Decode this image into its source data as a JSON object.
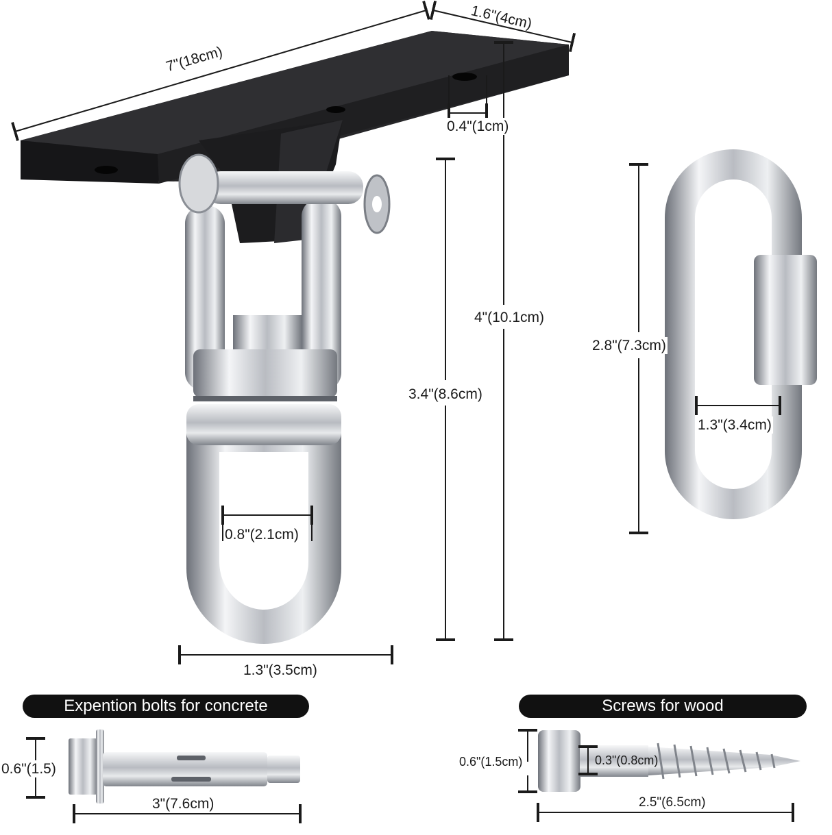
{
  "dimensions": {
    "plate_length": "7\"(18cm)",
    "plate_width": "1.6\"(4cm)",
    "hole_diameter": "0.4\"(1cm)",
    "total_height": "4\"(10.1cm)",
    "swivel_height": "3.4\"(8.6cm)",
    "ring_inner_width": "0.8\"(2.1cm)",
    "swivel_width": "1.3\"(3.5cm)",
    "link_length": "2.8\"(7.3cm)",
    "link_opening": "1.3\"(3.4cm)",
    "bolt_diameter": "0.6\"(1.5)",
    "bolt_length": "3\"(7.6cm)",
    "screw_head": "0.6\"(1.5cm)",
    "screw_shank": "0.3\"(0.8cm)",
    "screw_length": "2.5\"(6.5cm)"
  },
  "sections": {
    "bolts_title": "Expention bolts for concrete",
    "screws_title": "Screws for wood"
  },
  "colors": {
    "plate": "#2a2a2c",
    "steel_light": "#f2f3f5",
    "steel_mid": "#b9bcc2",
    "steel_dark": "#6d7179",
    "pill_bg": "#111111",
    "line": "#1a1a1a"
  }
}
